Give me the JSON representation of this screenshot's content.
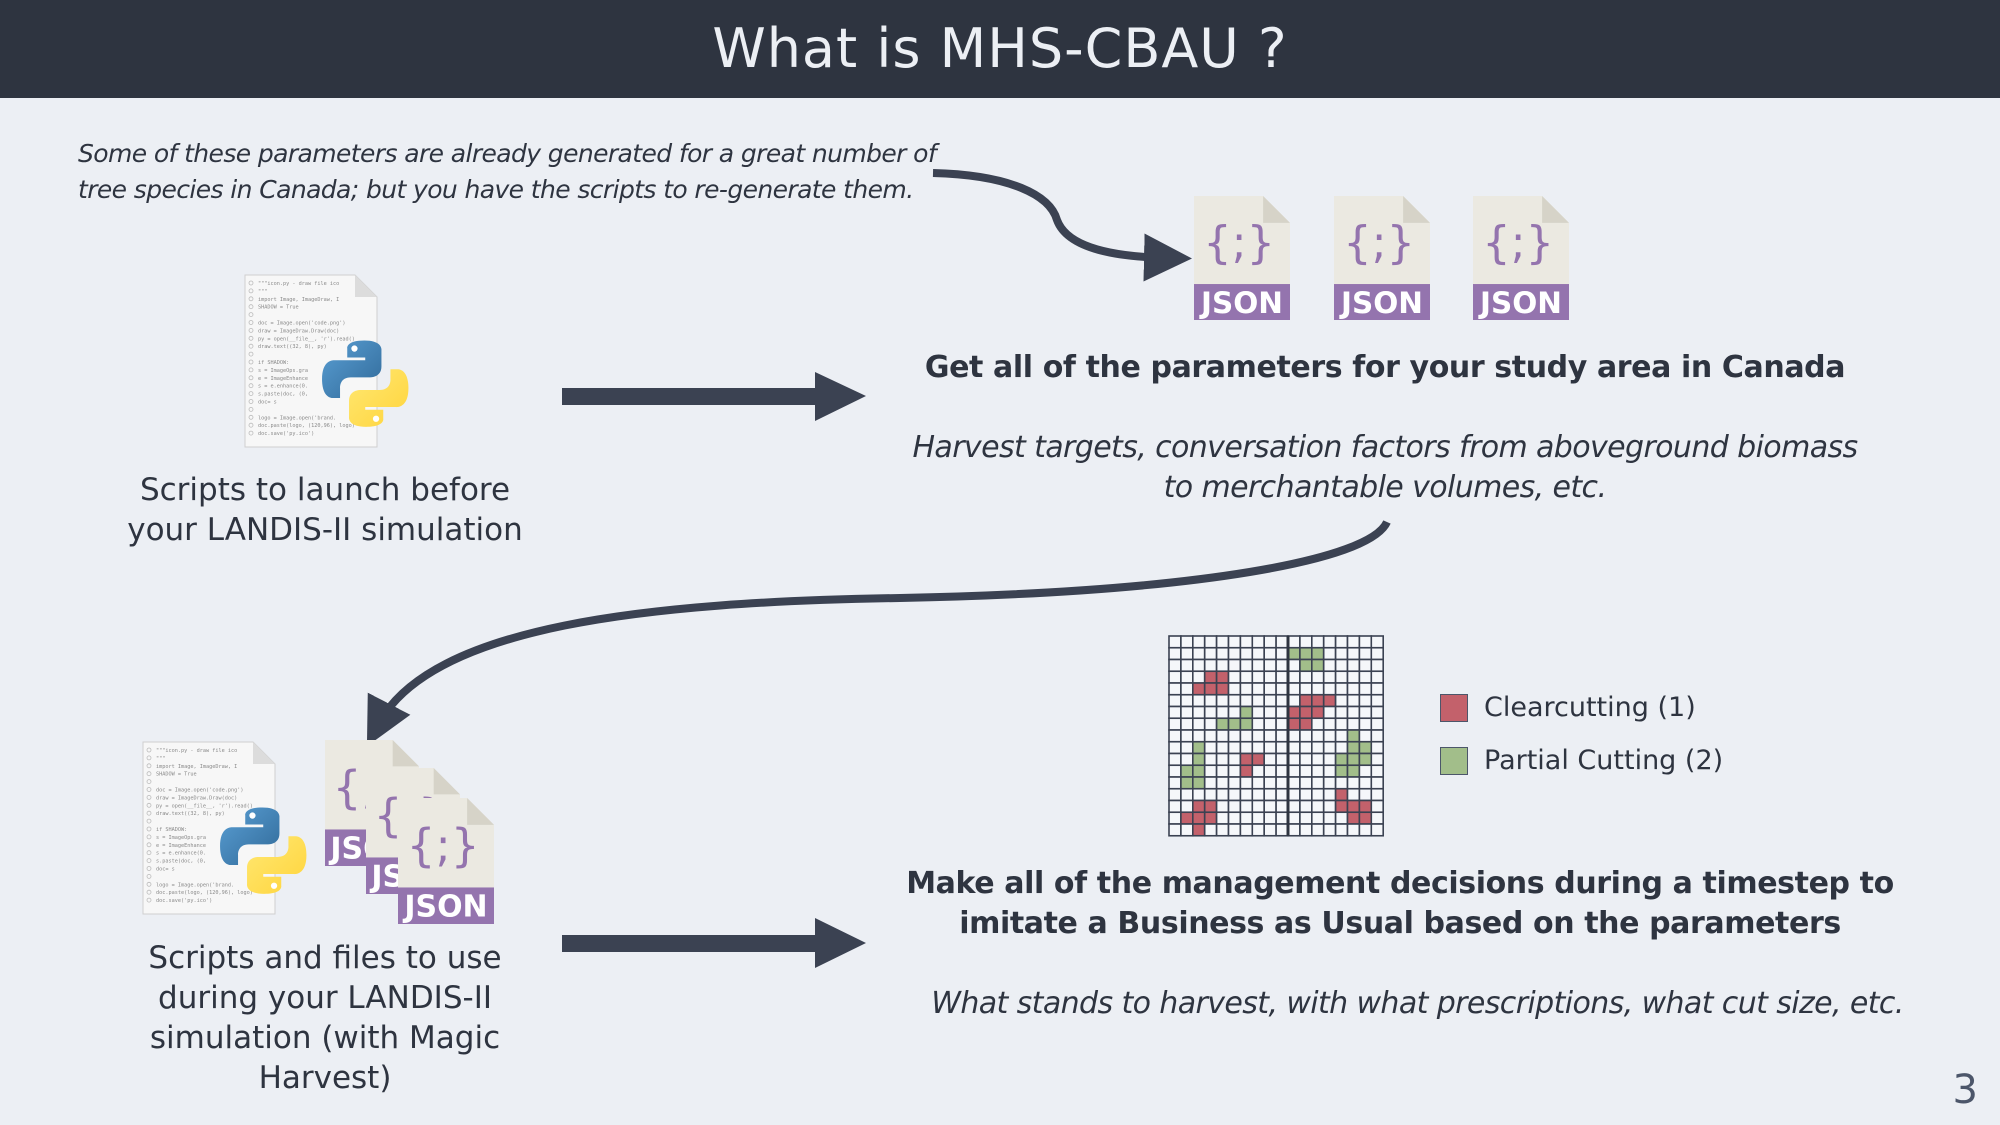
{
  "title": "What is MHS-CBAU ?",
  "intro_note": [
    "Some of these parameters are already generated for a great number of",
    "tree species in Canada; but you have the scripts to re-generate them."
  ],
  "step1": {
    "caption": [
      "Scripts to launch before",
      "your LANDIS-II simulation"
    ],
    "icon": "python-script-file-icon"
  },
  "step2": {
    "heading": "Get all of the parameters for your study area in Canada",
    "description": [
      "Harvest targets, conversation factors from aboveground biomass",
      "to merchantable volumes, etc."
    ],
    "files": [
      {
        "icon": "json-file-icon",
        "label": "JSON",
        "glyph": "{;}"
      },
      {
        "icon": "json-file-icon",
        "label": "JSON",
        "glyph": "{;}"
      },
      {
        "icon": "json-file-icon",
        "label": "JSON",
        "glyph": "{;}"
      }
    ]
  },
  "step3": {
    "caption": [
      "Scripts and files to use",
      "during your LANDIS-II",
      "simulation (with Magic",
      "Harvest)"
    ],
    "json_label": "JSON",
    "json_glyph": "{;}"
  },
  "step4": {
    "heading": [
      "Make all of the management decisions during a timestep to",
      "imitate a Business as Usual based on the parameters"
    ],
    "description": "What stands to harvest, with what prescriptions, what cut size, etc."
  },
  "harvest_grid": {
    "rows": 17,
    "cols": 18,
    "divider_after_col": 10,
    "clearcutting_cells": [
      [
        3,
        3
      ],
      [
        3,
        4
      ],
      [
        4,
        2
      ],
      [
        4,
        3
      ],
      [
        4,
        4
      ],
      [
        5,
        11
      ],
      [
        5,
        12
      ],
      [
        5,
        13
      ],
      [
        6,
        10
      ],
      [
        6,
        11
      ],
      [
        6,
        12
      ],
      [
        7,
        10
      ],
      [
        7,
        11
      ],
      [
        10,
        6
      ],
      [
        10,
        7
      ],
      [
        11,
        6
      ],
      [
        13,
        14
      ],
      [
        14,
        14
      ],
      [
        14,
        15
      ],
      [
        14,
        16
      ],
      [
        15,
        15
      ],
      [
        15,
        16
      ],
      [
        14,
        2
      ],
      [
        14,
        3
      ],
      [
        15,
        1
      ],
      [
        15,
        2
      ],
      [
        15,
        3
      ],
      [
        16,
        2
      ]
    ],
    "partial_cutting_cells": [
      [
        1,
        10
      ],
      [
        1,
        11
      ],
      [
        1,
        12
      ],
      [
        2,
        11
      ],
      [
        2,
        12
      ],
      [
        6,
        6
      ],
      [
        7,
        4
      ],
      [
        7,
        5
      ],
      [
        7,
        6
      ],
      [
        8,
        15
      ],
      [
        9,
        15
      ],
      [
        9,
        16
      ],
      [
        10,
        14
      ],
      [
        10,
        15
      ],
      [
        10,
        16
      ],
      [
        11,
        14
      ],
      [
        11,
        15
      ],
      [
        9,
        2
      ],
      [
        10,
        2
      ],
      [
        11,
        1
      ],
      [
        11,
        2
      ],
      [
        12,
        1
      ],
      [
        12,
        2
      ]
    ]
  },
  "legend": [
    {
      "label": "Clearcutting (1)",
      "color": "#c3616b"
    },
    {
      "label": "Partial Cutting (2)",
      "color": "#a2be8a"
    }
  ],
  "colors": {
    "title_bar": "#2e3440",
    "background": "#eceff4",
    "arrow": "#3b4252",
    "json_purple": "#9474ae",
    "file_paper": "#ebe9e1"
  },
  "page_number": "3",
  "code_lines": [
    "\"\"\"icon.py - draw file ico",
    "\"\"\"",
    "import Image, ImageDraw, I",
    "SHADOW = True",
    "",
    "doc = Image.open('code.png')",
    "draw = ImageDraw.Draw(doc)",
    "py = open(__file__, 'r').read()",
    "draw.text((32, 8), py)",
    "",
    "if SHADOW:",
    "  s = ImageOps.gra",
    "  e = ImageEnhance",
    "  s = e.enhance(0.",
    "  s.paste(doc, (0,",
    "  doc= s",
    "",
    "logo = Image.open('brand.",
    "doc.paste(logo, (120,96), logo)",
    "doc.save('py.ico')"
  ]
}
